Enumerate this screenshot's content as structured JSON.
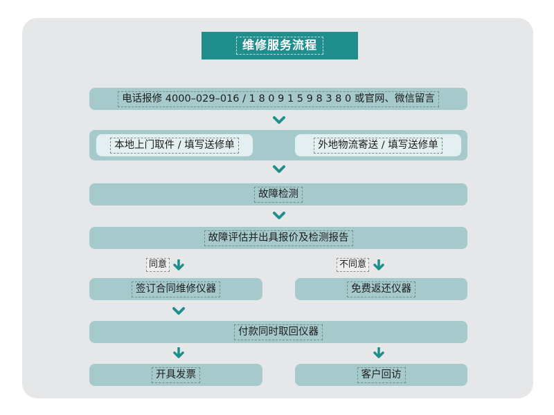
{
  "title": "维修服务流程",
  "steps": {
    "call": "电话报修 4000–029–016 / 1 8 0 9 1 5 9 8 3 8 0 或官网、微信留言",
    "local_pickup": "本地上门取件 / 填写送修单",
    "remote_mail": "外地物流寄送 / 填写送修单",
    "detect": "故障检测",
    "evaluate": "故障评估并出具报价及检测报告",
    "sign_contract": "签订合同维修仪器",
    "free_return": "免费返还仪器",
    "pay_pickup": "付款同时取回仪器",
    "invoice": "开具发票",
    "follow_up": "客户回访"
  },
  "conditions": {
    "agree": "同意",
    "disagree": "不同意"
  },
  "colors": {
    "panel": "#e6e7e8",
    "title_bg": "#1f8e8c",
    "bar": "#a6c9cb",
    "inner_box": "#e3eff0",
    "arrow": "#1f8e8c"
  }
}
